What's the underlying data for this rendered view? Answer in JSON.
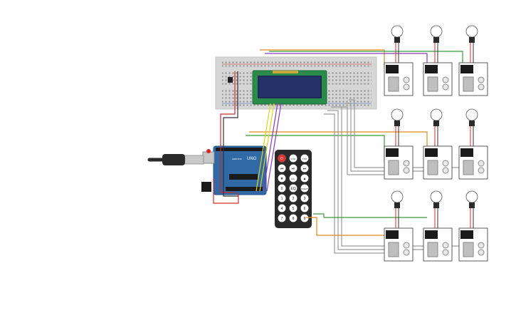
{
  "app": {
    "title": ""
  },
  "arduino": {
    "brand": "UNO",
    "maker": "ARDUINO"
  },
  "remote": {
    "buttons": [
      {
        "label": "⏻",
        "color": "#e0332f",
        "icon": "power-icon"
      },
      {
        "label": "FUNC",
        "color": "#3a3a3a",
        "icon": "func"
      },
      {
        "label": "STOP",
        "color": "#3a3a3a",
        "icon": "stop"
      },
      {
        "label": "⏮",
        "color": "#3a3a3a",
        "icon": "rewind-icon"
      },
      {
        "label": "⏯",
        "color": "#3a3a3a",
        "icon": "play-pause-icon"
      },
      {
        "label": "⏭",
        "color": "#3a3a3a",
        "icon": "forward-icon"
      },
      {
        "label": "▼",
        "color": "#3a3a3a",
        "icon": "down-icon"
      },
      {
        "label": "VOL-",
        "color": "#3a3a3a",
        "icon": "vol"
      },
      {
        "label": "▲",
        "color": "#3a3a3a",
        "icon": "up-icon"
      },
      {
        "label": "0",
        "color": "#3a3a3a",
        "icon": "digit"
      },
      {
        "label": "EQ",
        "color": "#3a3a3a",
        "icon": "eq"
      },
      {
        "label": "ST/REPT",
        "color": "#3a3a3a",
        "icon": "repeat"
      },
      {
        "label": "1",
        "color": "#3a3a3a",
        "icon": "digit"
      },
      {
        "label": "2",
        "color": "#3a3a3a",
        "icon": "digit"
      },
      {
        "label": "3",
        "color": "#3a3a3a",
        "icon": "digit"
      },
      {
        "label": "4",
        "color": "#3a3a3a",
        "icon": "digit"
      },
      {
        "label": "5",
        "color": "#3a3a3a",
        "icon": "digit"
      },
      {
        "label": "6",
        "color": "#3a3a3a",
        "icon": "digit"
      },
      {
        "label": "7",
        "color": "#3a3a3a",
        "icon": "digit"
      },
      {
        "label": "8",
        "color": "#3a3a3a",
        "icon": "digit"
      },
      {
        "label": "9",
        "color": "#3a3a3a",
        "icon": "digit"
      }
    ]
  },
  "relays": {
    "count": 9
  },
  "colors": {
    "breadboard": "#d9d9d9",
    "arduino": "#2f6aa6",
    "lcd": "#2a8c4a",
    "lcd_screen": "#1f2a55",
    "remote": "#2a2a2a",
    "wire_red": "#d42a2a",
    "wire_black": "#333333",
    "wire_green": "#3a9a3a",
    "wire_orange": "#e08a1e",
    "wire_purple": "#8a3ab9",
    "wire_yellow": "#e6d21a",
    "wire_gray": "#9a9a9a"
  }
}
